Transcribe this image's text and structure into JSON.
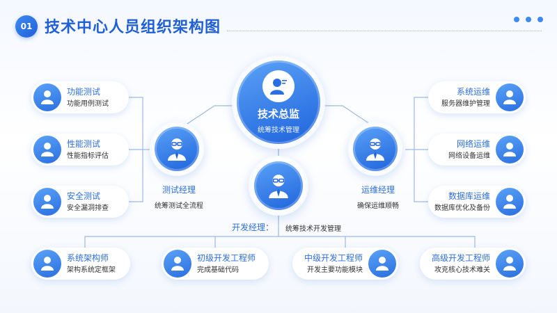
{
  "header": {
    "number": "01",
    "title": "技术中心人员组织架构图"
  },
  "director": {
    "title": "技术总监",
    "desc": "统筹技术管理"
  },
  "test_manager": {
    "title": "测试经理",
    "desc": "统筹测试全流程"
  },
  "ops_manager": {
    "title": "运维经理",
    "desc": "确保运维顺畅"
  },
  "dev_manager": {
    "title": "开发经理：",
    "desc": "统筹技术开发管理"
  },
  "test_items": [
    {
      "title": "功能测试",
      "desc": "功能用例测试"
    },
    {
      "title": "性能测试",
      "desc": "性能指标评估"
    },
    {
      "title": "安全测试",
      "desc": "安全漏洞排查"
    }
  ],
  "ops_items": [
    {
      "title": "系统运维",
      "desc": "服务器维护管理"
    },
    {
      "title": "网络运维",
      "desc": "网络设备运维"
    },
    {
      "title": "数据库运维",
      "desc": "数据库优化及备份"
    }
  ],
  "dev_items": [
    {
      "title": "系统架构师",
      "desc": "架构系统定框架"
    },
    {
      "title": "初级开发工程师",
      "desc": "完成基础代码"
    },
    {
      "title": "中级开发工程师",
      "desc": "开发主要功能模块"
    },
    {
      "title": "高级开发工程师",
      "desc": "攻克核心技术难关"
    }
  ],
  "colors": {
    "accent": "#1f5fd8",
    "primary_light": "#5aa2f7",
    "line": "#9db9e8"
  },
  "icons": {
    "person": "person-icon",
    "manager": "manager-with-glasses-icon"
  }
}
